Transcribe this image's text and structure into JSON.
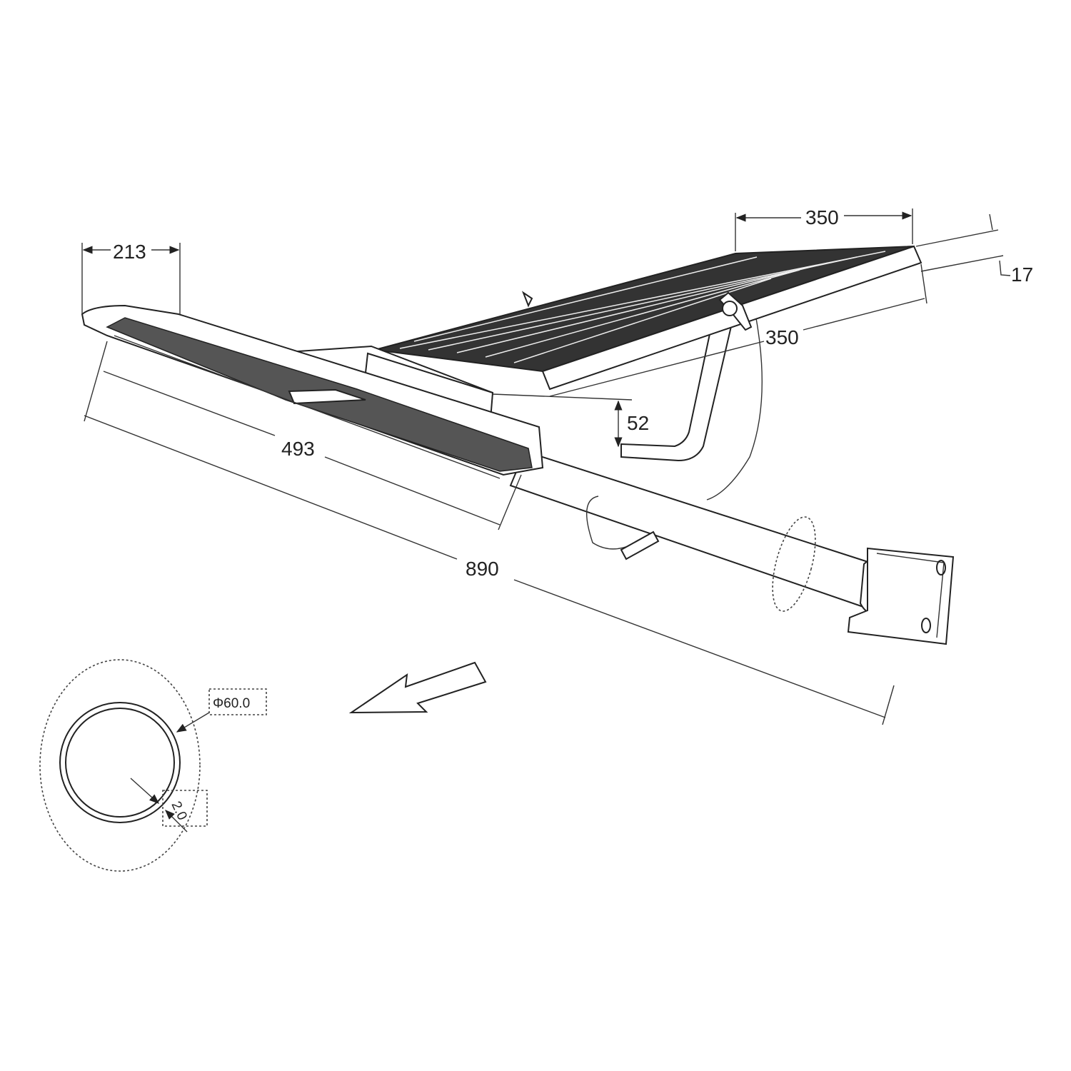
{
  "drawing": {
    "dimensions": {
      "lamp_width": "213",
      "panel_width": "350",
      "panel_length": "350",
      "panel_thickness": "17",
      "height_offset": "52",
      "lamp_length": "493",
      "total_length": "890"
    },
    "pole_section": {
      "diameter": "Φ60.0",
      "wall_thickness": "2.0"
    },
    "colors": {
      "line": "#222222",
      "background": "#ffffff"
    }
  }
}
